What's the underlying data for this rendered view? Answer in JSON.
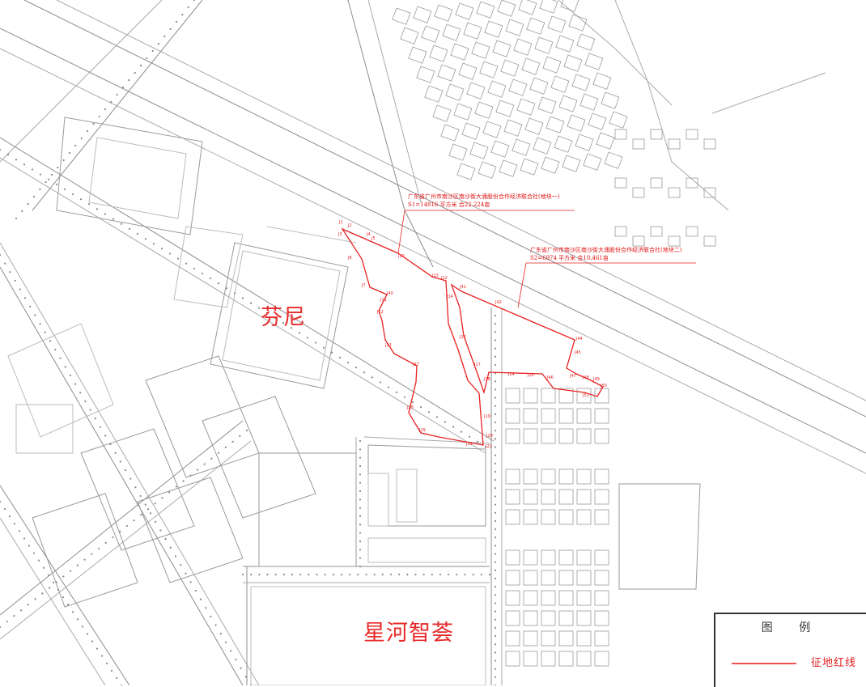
{
  "places": {
    "fenni": "芬尼",
    "xinghe": "星河智荟"
  },
  "parcel_notes": {
    "parcel_1": {
      "line1": "广东省广州市南沙区南沙街大涌股份合作经济联合社(地块一)",
      "line2": "S1=14816 平方米 合22.224亩"
    },
    "parcel_2": {
      "line1": "广东省广州市南沙区南沙街大涌股份合作经济联合社(地块二)",
      "line2": "S2=6974 平方米 合10.461亩"
    }
  },
  "legend": {
    "title": "图 例",
    "item_label": "征地红线",
    "line_color": "#f05050"
  },
  "boundary_color": "#e82020"
}
